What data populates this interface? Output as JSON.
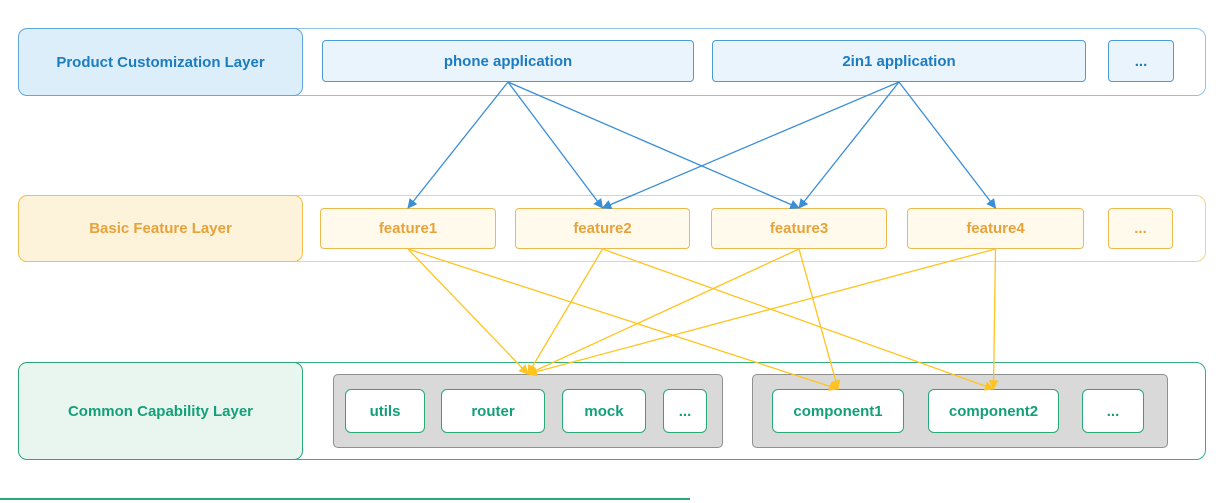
{
  "layers": [
    {
      "label": "Product Customization Layer",
      "items": [
        {
          "id": "phone-app",
          "label": "phone application"
        },
        {
          "id": "app-2in1",
          "label": "2in1 application"
        },
        {
          "id": "product-more",
          "label": "..."
        }
      ]
    },
    {
      "label": "Basic Feature Layer",
      "items": [
        {
          "id": "feature1",
          "label": "feature1"
        },
        {
          "id": "feature2",
          "label": "feature2"
        },
        {
          "id": "feature3",
          "label": "feature3"
        },
        {
          "id": "feature4",
          "label": "feature4"
        },
        {
          "id": "feature-more",
          "label": "..."
        }
      ]
    },
    {
      "label": "Common Capability Layer",
      "groups": [
        {
          "id": "group1",
          "items": [
            {
              "id": "utils",
              "label": "utils"
            },
            {
              "id": "router",
              "label": "router"
            },
            {
              "id": "mock",
              "label": "mock"
            },
            {
              "id": "group1-more",
              "label": "..."
            }
          ]
        },
        {
          "id": "group2",
          "items": [
            {
              "id": "component1",
              "label": "component1"
            },
            {
              "id": "component2",
              "label": "component2"
            },
            {
              "id": "group2-more",
              "label": "..."
            }
          ]
        }
      ]
    }
  ],
  "edges": {
    "blue": [
      [
        "phone-app",
        "feature1"
      ],
      [
        "phone-app",
        "feature2"
      ],
      [
        "phone-app",
        "feature3"
      ],
      [
        "app-2in1",
        "feature2"
      ],
      [
        "app-2in1",
        "feature3"
      ],
      [
        "app-2in1",
        "feature4"
      ]
    ],
    "yellow": [
      [
        "feature1",
        "group1"
      ],
      [
        "feature2",
        "group1"
      ],
      [
        "feature3",
        "group1"
      ],
      [
        "feature4",
        "group1"
      ],
      [
        "feature1",
        "component1"
      ],
      [
        "feature3",
        "component1"
      ],
      [
        "feature2",
        "component2"
      ],
      [
        "feature4",
        "component2"
      ]
    ]
  },
  "colors": {
    "blue_text": "#1c7cc0",
    "blue_arrow": "#3a8ed6",
    "orange_text": "#e7a33b",
    "yellow_arrow": "#ffc41f",
    "green_text": "#13a079"
  }
}
